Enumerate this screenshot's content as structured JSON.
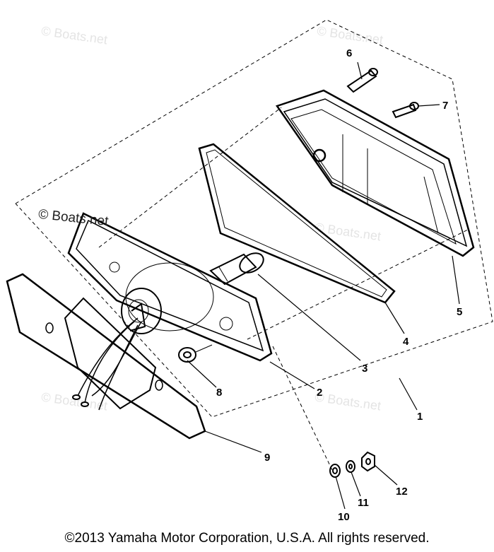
{
  "watermark": "© Boats.net",
  "copyright": "©2013 Yamaha Motor Corporation, U.S.A. All rights reserved.",
  "callouts": {
    "c1": "1",
    "c2": "2",
    "c3": "3",
    "c4": "4",
    "c5": "5",
    "c6": "6",
    "c7": "7",
    "c8": "8",
    "c9": "9",
    "c10": "10",
    "c11": "11",
    "c12": "12"
  },
  "colors": {
    "line": "#000000",
    "background": "#ffffff",
    "watermark": "#e4e4e4"
  }
}
